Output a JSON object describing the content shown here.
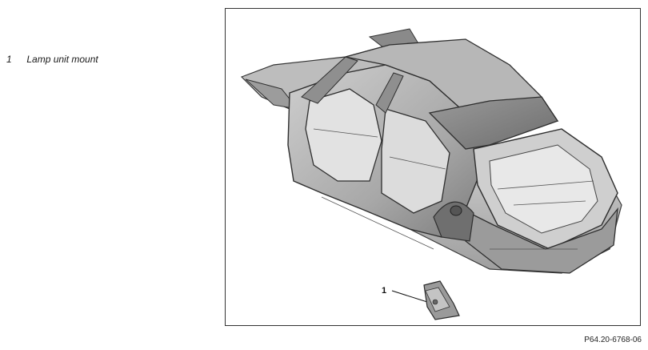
{
  "legend": {
    "items": [
      {
        "number": "1",
        "label": "Lamp unit mount"
      }
    ]
  },
  "diagram": {
    "callout_label": "1"
  },
  "figure_ref": "P64.20-6768-06"
}
